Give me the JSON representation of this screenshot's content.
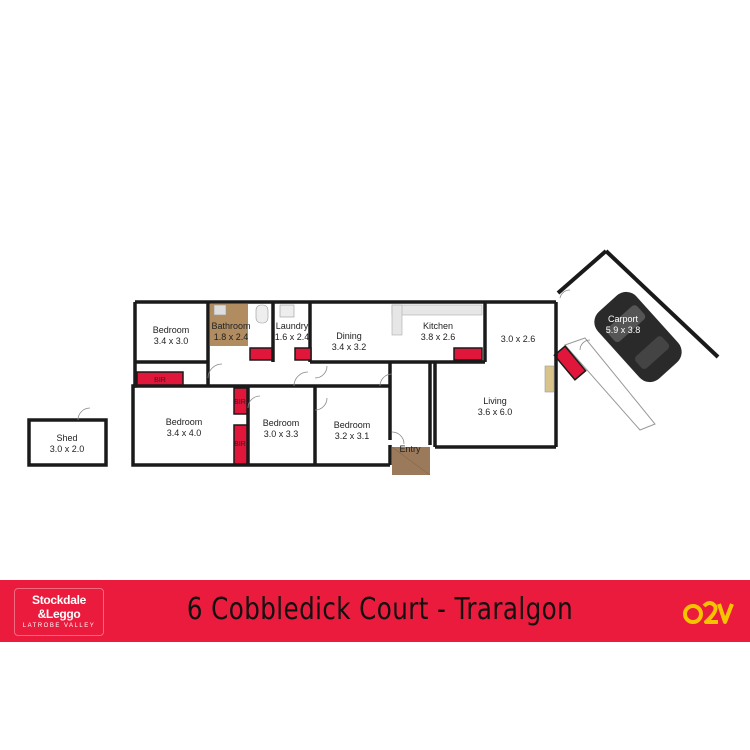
{
  "floor_plan": {
    "rooms": {
      "bedroom_top": {
        "name": "Bedroom",
        "size": "3.4 x 3.0"
      },
      "bathroom": {
        "name": "Bathroom",
        "size": "1.8 x 2.4"
      },
      "laundry": {
        "name": "Laundry",
        "size": "1.6 x 2.4"
      },
      "dining": {
        "name": "Dining",
        "size": "3.4 x 3.2"
      },
      "kitchen": {
        "name": "Kitchen",
        "size": "3.8 x 2.6"
      },
      "room_30x26": {
        "name": "",
        "size": "3.0 x 2.6"
      },
      "living": {
        "name": "Living",
        "size": "3.6 x 6.0"
      },
      "bedroom_left": {
        "name": "Bedroom",
        "size": "3.4 x 4.0"
      },
      "bedroom_mid": {
        "name": "Bedroom",
        "size": "3.0 x 3.3"
      },
      "bedroom_right": {
        "name": "Bedroom",
        "size": "3.2 x 3.1"
      },
      "entry": {
        "name": "Entry"
      },
      "shed": {
        "name": "Shed",
        "size": "3.0 x 2.0"
      },
      "carport": {
        "name": "Carport",
        "size": "5.9 x 3.8"
      }
    },
    "bir_label": "BIR",
    "colors": {
      "wall": "#1a1a1a",
      "storage": "#e0173a",
      "bathroom_floor": "#b08c60",
      "entry_floor": "#9a7a5a",
      "car": "#2a2a2a"
    }
  },
  "banner": {
    "agency_line1": "Stockdale",
    "agency_line2": "&Leggo",
    "agency_line3": "LATROBE VALLEY",
    "address": "6 Cobbledick Court - Traralgon",
    "badge": "O2V",
    "color": "#ea1b3d"
  }
}
